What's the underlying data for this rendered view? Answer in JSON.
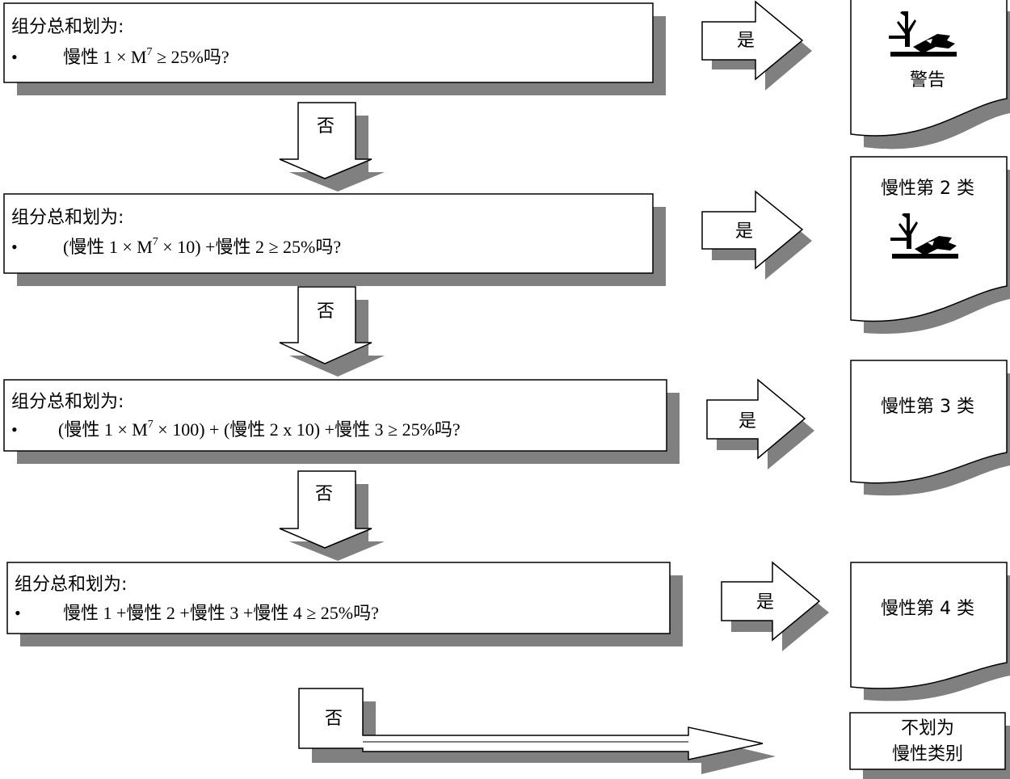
{
  "steps": [
    {
      "question_title": "组分总和划为:",
      "bullet": "•",
      "formula_parts": [
        "慢性 1 × M",
        "7",
        " ≥ 25%吗?"
      ],
      "yes_label": "是",
      "no_label": "否",
      "result": {
        "lines": [
          "警告"
        ],
        "icon": "environment-hazard-icon"
      }
    },
    {
      "question_title": "组分总和划为:",
      "bullet": "•",
      "formula_parts": [
        "(慢性 1 × M",
        "7",
        " × 10) +慢性 2 ≥ 25%吗?"
      ],
      "yes_label": "是",
      "no_label": "否",
      "result": {
        "lines": [
          "慢性第 2 类"
        ],
        "icon": "environment-hazard-icon"
      }
    },
    {
      "question_title": "组分总和划为:",
      "bullet": "•",
      "formula_parts": [
        "(慢性 1 × M",
        "7",
        " × 100) + (慢性 2 x 10) +慢性 3 ≥ 25%吗?"
      ],
      "yes_label": "是",
      "no_label": "否",
      "result": {
        "lines": [
          "慢性第 3 类"
        ]
      }
    },
    {
      "question_title": "组分总和划为:",
      "bullet": "•",
      "formula_parts": [
        "慢性 1 +慢性 2 +慢性 3 +慢性 4 ≥ 25%吗?"
      ],
      "yes_label": "是",
      "no_label": "否",
      "result": {
        "lines": [
          "慢性第 4 类"
        ]
      }
    }
  ],
  "final_result": {
    "lines": [
      "不划为",
      "慢性类别"
    ]
  },
  "colors": {
    "shadow": "#808080",
    "stroke": "#000000",
    "fill": "#ffffff"
  }
}
